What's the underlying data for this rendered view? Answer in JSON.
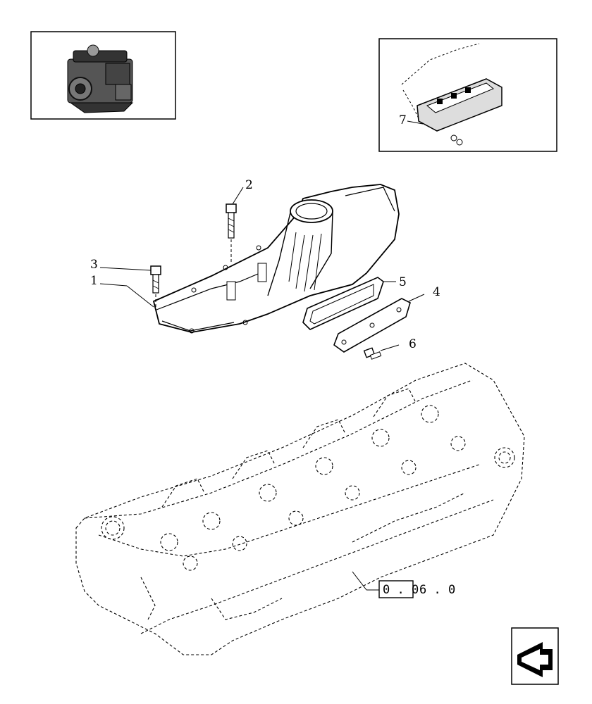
{
  "callouts": {
    "c1": "1",
    "c2": "2",
    "c3": "3",
    "c4": "4",
    "c5": "5",
    "c6": "6",
    "c7": "7"
  },
  "reference": {
    "boxed": "0 . 0",
    "rest": "6 . 0"
  },
  "icons": {
    "nav": "next-page-arrow-icon"
  }
}
